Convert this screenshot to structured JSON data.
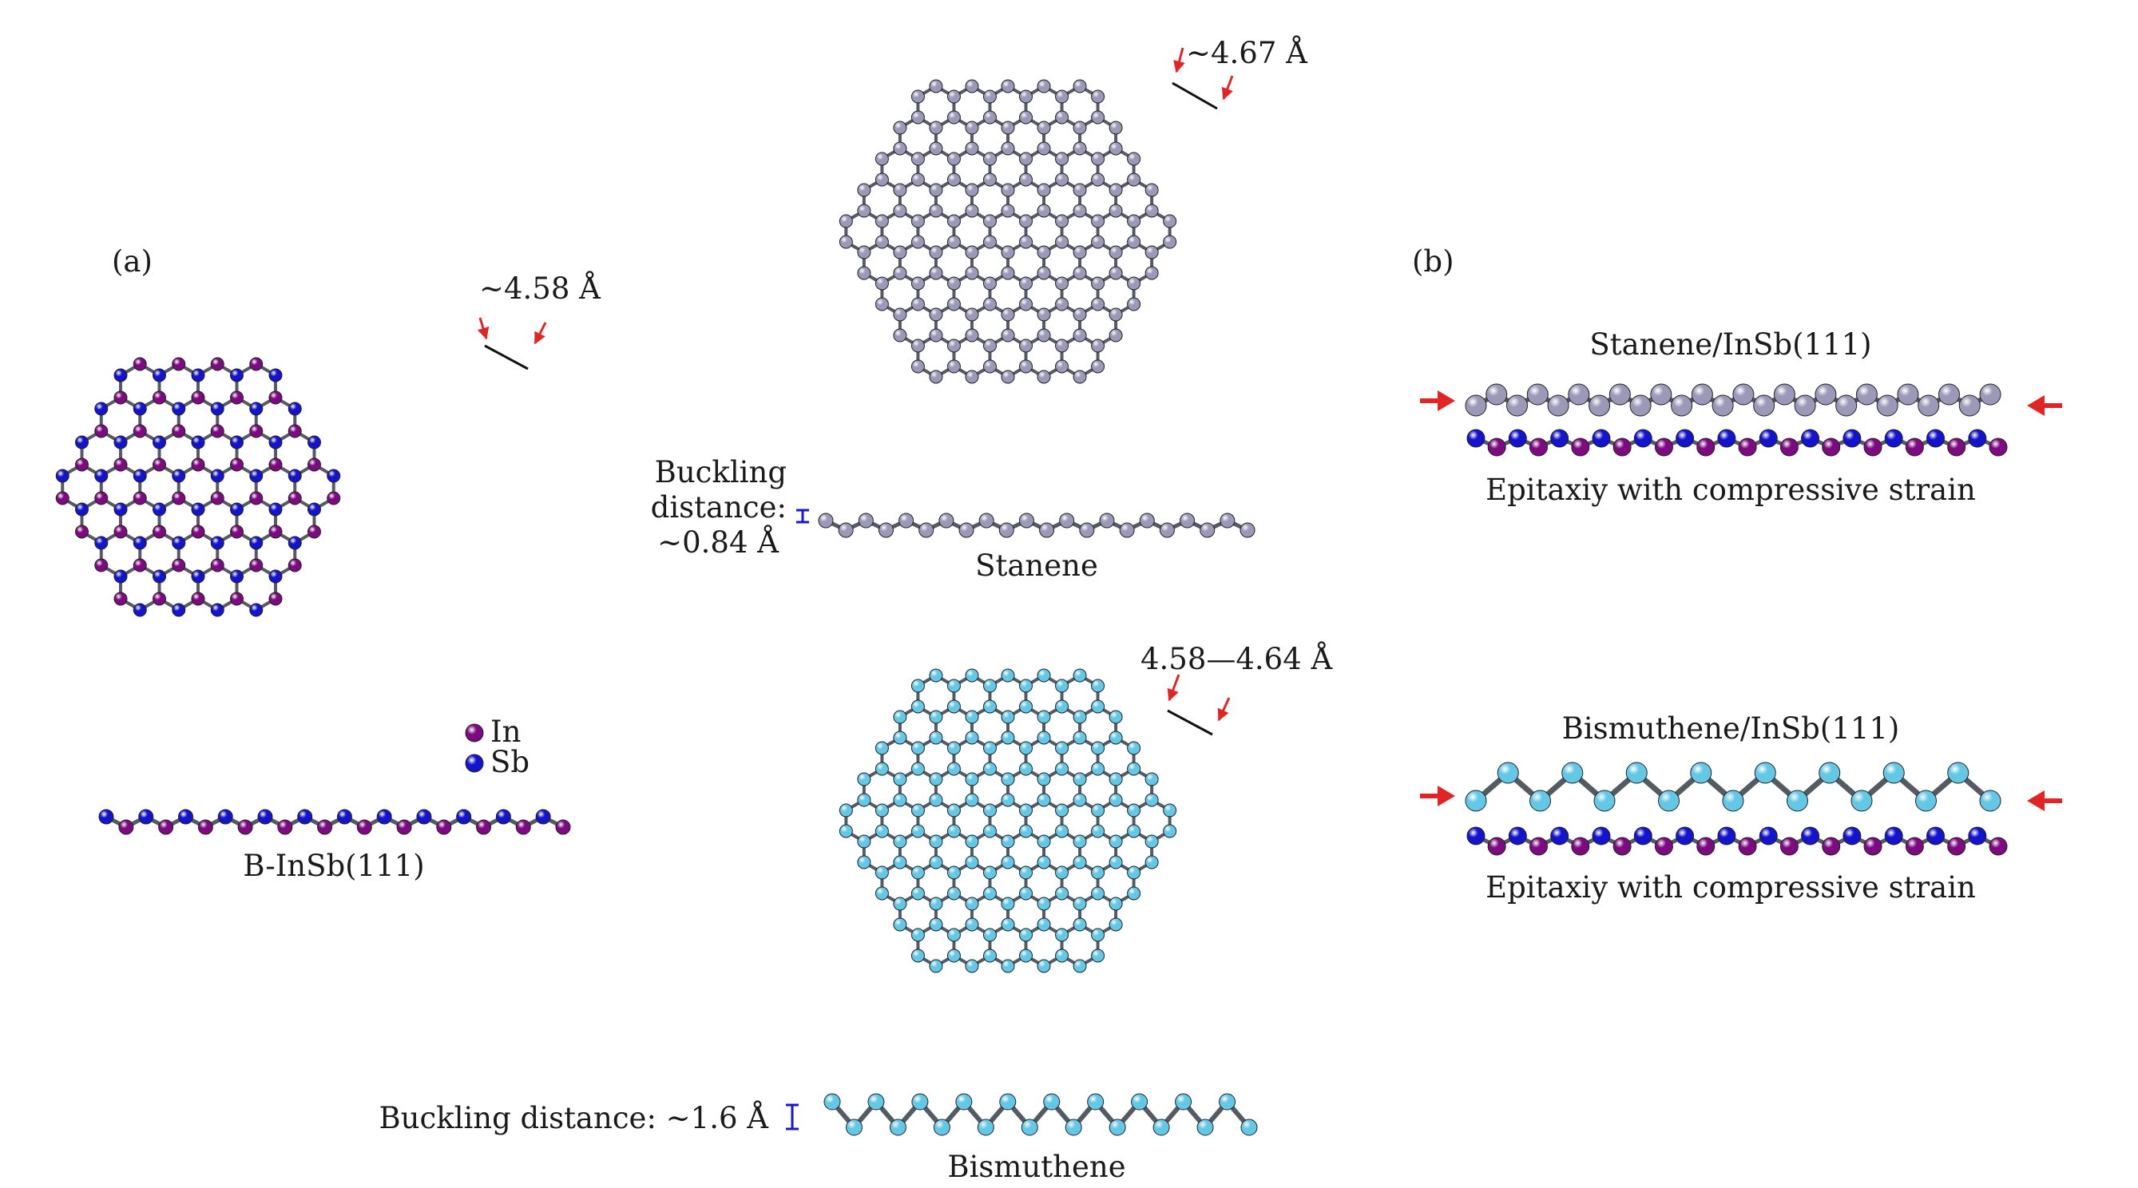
{
  "colors": {
    "In": "#7d0a80",
    "Sb": "#1414cf",
    "Sn": "#9b98b8",
    "Bi": "#63c8e6",
    "bond": "#555a63",
    "arrow": "#e32424",
    "buckling_bar": "#1818d0"
  },
  "panel_a": {
    "label": "(a)",
    "lattice_constant": "~4.58 Å",
    "legend": [
      {
        "species": "In",
        "label": "In"
      },
      {
        "species": "Sb",
        "label": "Sb"
      }
    ],
    "side_caption": "B-InSb(111)"
  },
  "stanene": {
    "lattice_constant": "~4.67 Å",
    "buckling_line1": "Buckling",
    "buckling_line2": "distance:",
    "buckling_line3": "~0.84 Å",
    "side_caption": "Stanene"
  },
  "bismuthene": {
    "lattice_constant": "4.58—4.64 Å",
    "buckling": "Buckling distance: ~1.6 Å",
    "side_caption": "Bismuthene"
  },
  "panel_b": {
    "label": "(b)",
    "stanene_title": "Stanene/InSb(111)",
    "stanene_caption": "Epitaxiy with compressive strain",
    "bismuthene_title": "Bismuthene/InSb(111)",
    "bismuthene_caption": "Epitaxiy with compressive strain"
  }
}
